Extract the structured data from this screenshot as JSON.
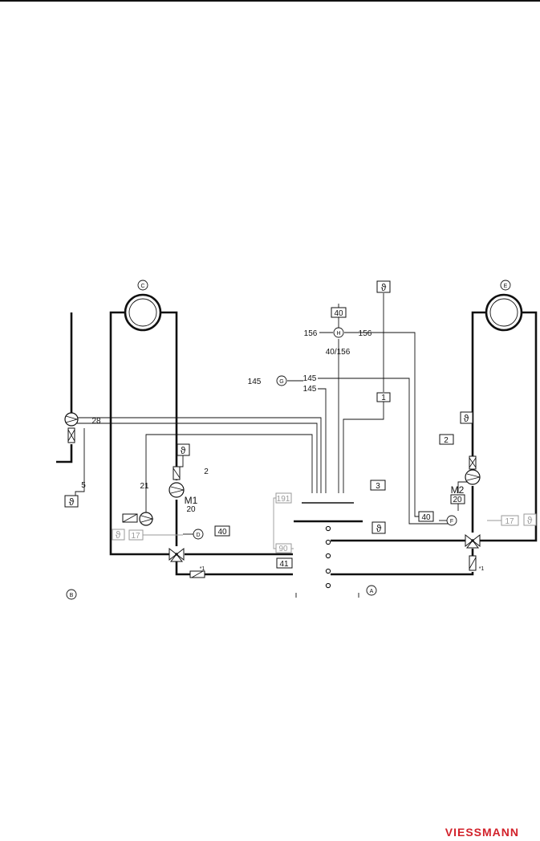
{
  "labels": {
    "A": "A",
    "B": "B",
    "C": "C",
    "D": "D",
    "E": "E",
    "F": "F",
    "G": "G",
    "H": "H",
    "n1": "1",
    "n2a": "2",
    "n2b": "2",
    "n3": "3",
    "n5": "5",
    "n17a": "17",
    "n17b": "17",
    "n20a": "20",
    "n20b": "20",
    "n21": "21",
    "n28": "28",
    "n40a": "40",
    "n40b": "40",
    "n40c": "40",
    "n41": "41",
    "n90": "90",
    "n145a": "145",
    "n145b": "145",
    "n145c": "145",
    "n156a": "156",
    "n156b": "156",
    "n40_156": "40/156",
    "n191": "191",
    "x1a": "*1",
    "x1b": "*1",
    "M1": "M1",
    "M2": "M2",
    "theta": "ϑ"
  },
  "brand": {
    "name": "VIESSMANN",
    "color": "#d2212a"
  }
}
